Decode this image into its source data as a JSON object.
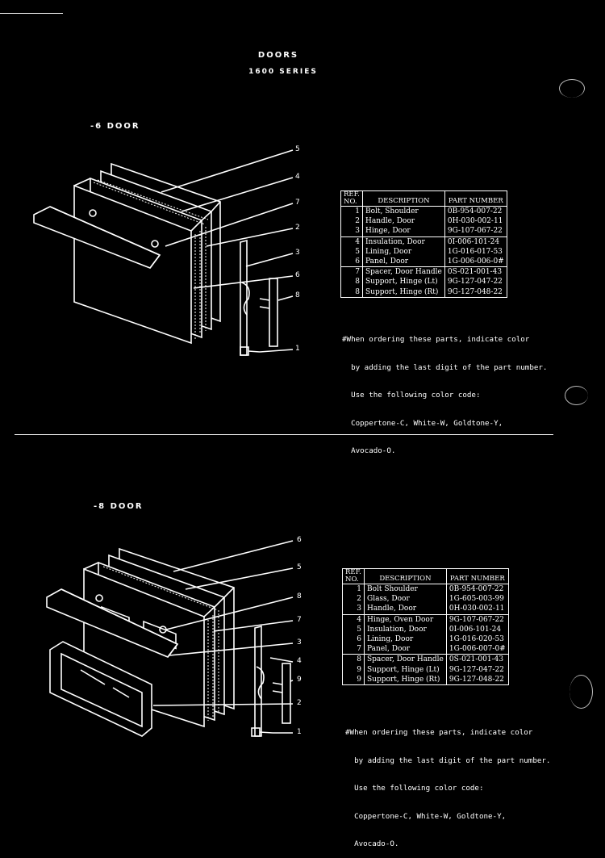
{
  "page": {
    "title": "DOORS",
    "subtitle": "1600   SERIES"
  },
  "sections": [
    {
      "label": "-6 DOOR",
      "table": {
        "headers": {
          "ref_line1": "REF.",
          "ref_line2": "NO.",
          "description": "DESCRIPTION",
          "part_number": "PART NUMBER"
        },
        "rows": [
          {
            "ref": "1",
            "description": "Bolt, Shoulder",
            "part": "0B-954-007-22"
          },
          {
            "ref": "2",
            "description": "Handle, Door",
            "part": "0H-030-002-11"
          },
          {
            "ref": "3",
            "description": "Hinge, Door",
            "part": "9G-107-067-22"
          },
          {
            "ref": "4",
            "description": "Insulation, Door",
            "part": "0I-006-101-24"
          },
          {
            "ref": "5",
            "description": "Lining, Door",
            "part": "1G-016-017-53"
          },
          {
            "ref": "6",
            "description": "Panel, Door",
            "part": "1G-006-006-0#"
          },
          {
            "ref": "7",
            "description": "Spacer, Door Handle",
            "part": "0S-021-001-43"
          },
          {
            "ref": "8",
            "description": "Support, Hinge (Lt)",
            "part": "9G-127-047-22"
          },
          {
            "ref": "8",
            "description": "Support, Hinge (Rt)",
            "part": "9G-127-048-22"
          }
        ],
        "group_breaks": [
          3,
          6
        ]
      },
      "note": [
        "#When ordering these parts, indicate color",
        "  by adding the last digit of the part number.",
        "  Use the following color code:",
        "  Coppertone-C, White-W, Goldtone-Y,",
        "  Avocado-O."
      ],
      "callouts": [
        "5",
        "4",
        "7",
        "2",
        "3",
        "6",
        "8",
        "1"
      ]
    },
    {
      "label": "-8 DOOR",
      "table": {
        "headers": {
          "ref_line1": "REF.",
          "ref_line2": "NO.",
          "description": "DESCRIPTION",
          "part_number": "PART NUMBER"
        },
        "rows": [
          {
            "ref": "1",
            "description": "Bolt Shoulder",
            "part": "0B-954-007-22"
          },
          {
            "ref": "2",
            "description": "Glass, Door",
            "part": "1G-605-003-99"
          },
          {
            "ref": "3",
            "description": "Handle, Door",
            "part": "0H-030-002-11"
          },
          {
            "ref": "4",
            "description": "Hinge, Oven Door",
            "part": "9G-107-067-22"
          },
          {
            "ref": "5",
            "description": "Insulation, Door",
            "part": "0I-006-101-24"
          },
          {
            "ref": "6",
            "description": "Lining, Door",
            "part": "1G-016-020-53"
          },
          {
            "ref": "7",
            "description": "Panel, Door",
            "part": "1G-006-007-0#"
          },
          {
            "ref": "8",
            "description": "Spacer, Door Handle",
            "part": "0S-021-001-43"
          },
          {
            "ref": "9",
            "description": "Support, Hinge (Lt)",
            "part": "9G-127-047-22"
          },
          {
            "ref": "9",
            "description": "Support, Hinge (Rt)",
            "part": "9G-127-048-22"
          }
        ],
        "group_breaks": [
          3,
          7
        ]
      },
      "note": [
        "#When ordering these parts, indicate color",
        "  by adding the last digit of the part number.",
        "  Use the following color code:",
        "  Coppertone-C, White-W, Goldtone-Y,",
        "  Avocado-O."
      ],
      "callouts": [
        "6",
        "5",
        "8",
        "7",
        "3",
        "4",
        "9",
        "2",
        "1"
      ]
    }
  ]
}
